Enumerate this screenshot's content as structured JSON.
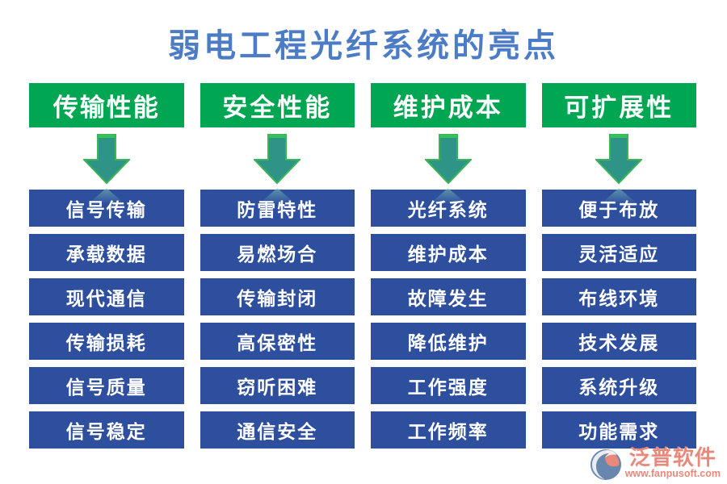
{
  "title": "弱电工程光纤系统的亮点",
  "colors": {
    "title_blue": "#4d7cc7",
    "header_green": "#00a651",
    "arrow_teal": "#2f9488",
    "arrow_edge_green": "#3bb457",
    "box_blue": "#2e4e9e",
    "text_white": "#ffffff",
    "logo_coral": "#e8897b",
    "logo_slate": "#6887ae"
  },
  "columns": [
    {
      "header": "传输性能",
      "items": [
        "信号传输",
        "承载数据",
        "现代通信",
        "传输损耗",
        "信号质量",
        "信号稳定"
      ]
    },
    {
      "header": "安全性能",
      "items": [
        "防雷特性",
        "易燃场合",
        "传输封闭",
        "高保密性",
        "窃听困难",
        "通信安全"
      ]
    },
    {
      "header": "维护成本",
      "items": [
        "光纤系统",
        "维护成本",
        "故障发生",
        "降低维护",
        "工作强度",
        "工作频率"
      ]
    },
    {
      "header": "可扩展性",
      "items": [
        "便于布放",
        "灵活适应",
        "布线环境",
        "技术发展",
        "系统升级",
        "功能需求"
      ]
    }
  ],
  "watermark": {
    "brand": "泛普软件",
    "url": "www.fanpusoft.com"
  }
}
